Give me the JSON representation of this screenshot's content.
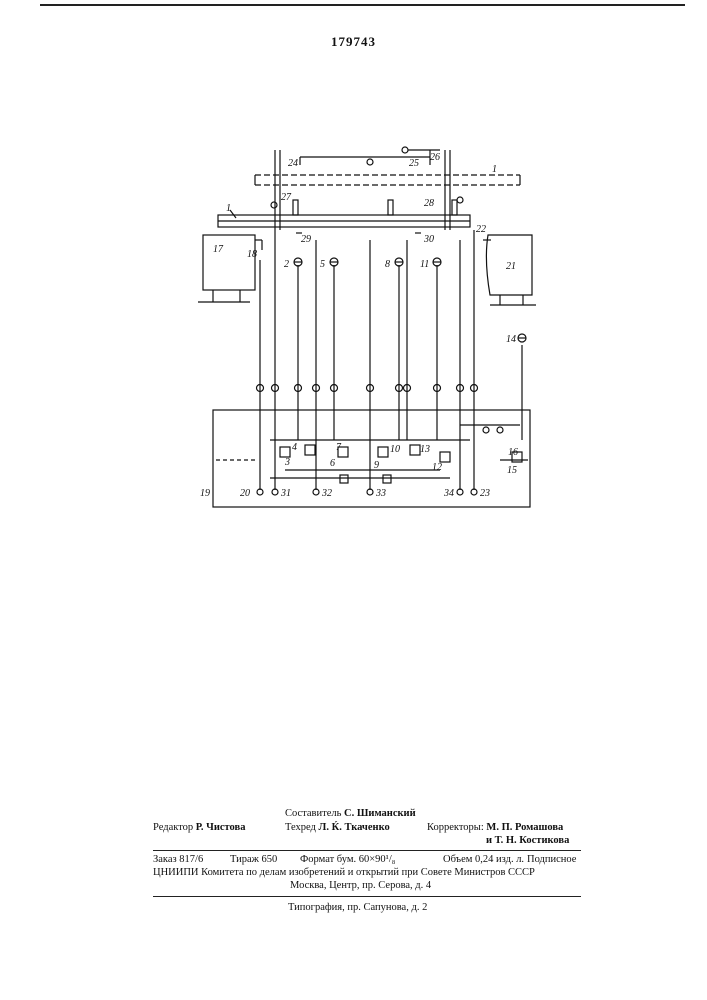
{
  "patent_number": "179743",
  "labels": {
    "n1a": "1",
    "n1b": "1",
    "n2": "2",
    "n4": "4",
    "n5": "5",
    "n6": "6",
    "n7": "7",
    "n8": "8",
    "n9": "9",
    "n10": "10",
    "n11": "11",
    "n12": "12",
    "n13": "13",
    "n14": "14",
    "n15": "15",
    "n16": "16",
    "n17": "17",
    "n18": "18",
    "n19": "19",
    "n20": "20",
    "n21": "21",
    "n22": "22",
    "n23": "23",
    "n24": "24",
    "n25": "25",
    "n26": "26",
    "n27": "27",
    "n28": "28",
    "n29": "29",
    "n30": "30",
    "n31": "31",
    "n32": "32",
    "n33": "33",
    "n34": "34",
    "n3": "3"
  },
  "imprint": {
    "compiler_label": "Составитель",
    "compiler_name": "С. Шиманский",
    "editor_label": "Редактор",
    "editor_name": "Р. Чистова",
    "techred_label": "Техред",
    "techred_name": "Л. Ќ. Ткаченко",
    "correctors_label": "Корректоры:",
    "corrector1": "М. П. Ромашова",
    "corrector2": "и Т. Н. Костикова",
    "order": "Заказ 817/6",
    "circulation": "Тираж 650",
    "format": "Формат бум. 60×90¹/₈",
    "volume": "Объем 0,24 изд. л.",
    "subscription": "Подписное",
    "org_line": "ЦНИИПИ Комитета по делам изобретений и открытий при Совете Министров СССР",
    "address": "Москва, Центр, пр. Серова, д. 4",
    "printing": "Типография, пр. Сапунова, д. 2"
  }
}
